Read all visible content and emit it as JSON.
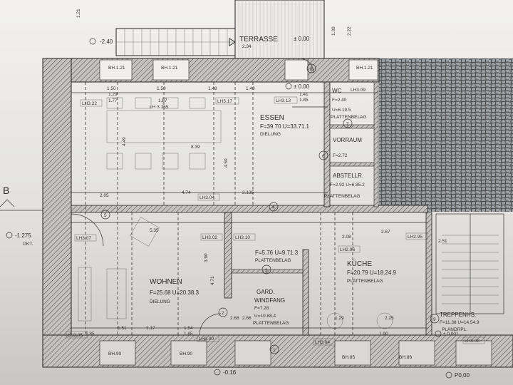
{
  "drawing": {
    "section_marker": "B",
    "levels": {
      "stair_top": "-2.40",
      "terrace": "± 0.00",
      "essen_entry": "± 0.00",
      "left_outside": "-1.275",
      "left_outside_note": "OKT.",
      "bottom": "-0.16",
      "stair_landing": "± 0.001",
      "entrance": "P0,00"
    },
    "rooms": [
      {
        "name": "TERRASSE",
        "area": "2.34"
      },
      {
        "name": "ESSEN",
        "area": "F=39.70 U=33.71.1",
        "floor": "DIELUNG"
      },
      {
        "name": "WC",
        "area": "F=2.40",
        "perimeter": "U=6.19.5",
        "floor": "PLATTENBELAG"
      },
      {
        "name": "VORRAUM",
        "area": "F=2.72"
      },
      {
        "name": "ABSTELLR.",
        "area": "F=2.92 U=6.85.2",
        "floor": "PLATTENBELAG"
      },
      {
        "name": "WOHNEN",
        "area": "F=25.68 U=20.38.3",
        "floor": "DIELUNG"
      },
      {
        "name": "",
        "area": "F=5.76 U=9.71.3",
        "floor": "PLATTENBELAG"
      },
      {
        "name": "GARD.",
        "name2": "WINDFANG",
        "area": "F=7.28",
        "perimeter": "U=10.88.4",
        "floor": "PLATTENBELAG"
      },
      {
        "name": "KÜCHE",
        "area": "F=20.79 U=18.24.9",
        "floor": "PLATTENBELAG"
      },
      {
        "name": "TREPPENHS.",
        "area": "F=11.38 U=14.54.9"
      },
      {
        "name": "PLANDRPL."
      }
    ],
    "heights": [
      "LH3.22",
      "LH 3.165",
      "LH3.17",
      "LH3.13",
      "LH3.09",
      "LH3.04",
      "LH3.07",
      "LH3.02",
      "LH3.10",
      "LH2.96",
      "LH2.95",
      "LH3.08",
      "LH3.00",
      "LH3.05",
      "LH3.04"
    ],
    "parapets": [
      "BH.1.21",
      "BH.1.21",
      "BH.1.21",
      "BH.90",
      "BH.90",
      "BH.86",
      "BH.85"
    ],
    "dimensions": [
      "1.50",
      "1.29",
      "1.77",
      "1.50",
      "1.48",
      "1.87",
      "1.48",
      "1.41",
      "1.85",
      "8.39",
      "4.49",
      "4.50",
      "2.05",
      "2.135",
      "4.74",
      "5.35",
      "3.90",
      "4.71",
      "2.08",
      "2.67",
      "2.51",
      "1.85",
      "1.51",
      "1.17",
      "1.54",
      "1.85",
      "2.68",
      "2.66",
      "1.90",
      "1.29",
      "1.30",
      "2.22",
      "2.25",
      "1.21"
    ],
    "markers": [
      "1",
      "2",
      "3",
      "4",
      "5",
      "6",
      "7",
      "8",
      "9"
    ]
  }
}
